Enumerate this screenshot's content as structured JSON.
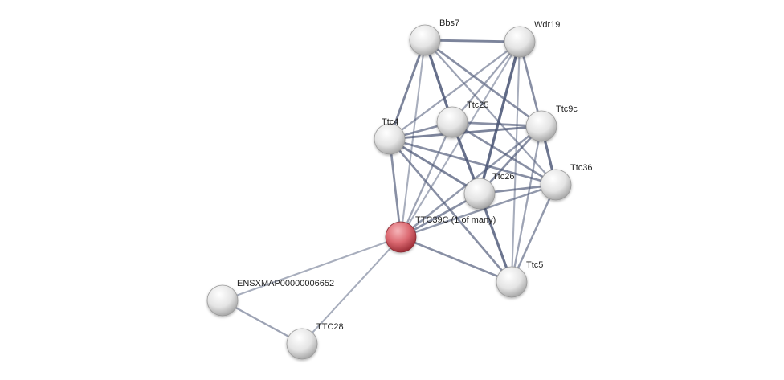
{
  "network": {
    "colors": {
      "node": "#e6e6e6",
      "query_node": "#d9606a",
      "edge": "#4a5575"
    },
    "nodes": [
      {
        "id": "Bbs7",
        "label": "Bbs7"
      },
      {
        "id": "Wdr19",
        "label": "Wdr19"
      },
      {
        "id": "Ttc25",
        "label": "Ttc25"
      },
      {
        "id": "Ttc9c",
        "label": "Ttc9c"
      },
      {
        "id": "Ttc4",
        "label": "Ttc4"
      },
      {
        "id": "Ttc26",
        "label": "Ttc26"
      },
      {
        "id": "Ttc36",
        "label": "Ttc36"
      },
      {
        "id": "TTC39C",
        "label": "TTC39C (1 of many)",
        "query": true
      },
      {
        "id": "Ttc5",
        "label": "Ttc5"
      },
      {
        "id": "ENSXMAP",
        "label": "ENSXMAP00000006652"
      },
      {
        "id": "TTC28",
        "label": "TTC28"
      }
    ],
    "edges": [
      [
        "Bbs7",
        "Wdr19",
        0.7
      ],
      [
        "Bbs7",
        "Ttc4",
        0.7
      ],
      [
        "Bbs7",
        "TTC39C",
        0.3
      ],
      [
        "Bbs7",
        "Ttc25",
        0.9
      ],
      [
        "Bbs7",
        "Ttc9c",
        0.6
      ],
      [
        "Bbs7",
        "Ttc36",
        0.4
      ],
      [
        "Wdr19",
        "Ttc4",
        0.4
      ],
      [
        "Wdr19",
        "TTC39C",
        0.3
      ],
      [
        "Wdr19",
        "Ttc26",
        0.95
      ],
      [
        "Wdr19",
        "Ttc9c",
        0.6
      ],
      [
        "Wdr19",
        "Ttc25",
        0.4
      ],
      [
        "Wdr19",
        "Ttc5",
        0.3
      ],
      [
        "Ttc4",
        "Ttc25",
        0.6
      ],
      [
        "Ttc4",
        "Ttc9c",
        0.7
      ],
      [
        "Ttc4",
        "Ttc26",
        0.7
      ],
      [
        "Ttc4",
        "Ttc36",
        0.6
      ],
      [
        "Ttc4",
        "TTC39C",
        0.6
      ],
      [
        "Ttc4",
        "Ttc5",
        0.6
      ],
      [
        "Ttc25",
        "Ttc9c",
        0.6
      ],
      [
        "Ttc25",
        "Ttc26",
        0.9
      ],
      [
        "Ttc25",
        "Ttc36",
        0.6
      ],
      [
        "Ttc25",
        "TTC39C",
        0.4
      ],
      [
        "Ttc9c",
        "Ttc26",
        0.6
      ],
      [
        "Ttc9c",
        "TTC39C",
        0.5
      ],
      [
        "Ttc9c",
        "Ttc36",
        0.85
      ],
      [
        "Ttc9c",
        "Ttc5",
        0.4
      ],
      [
        "Ttc26",
        "Ttc36",
        0.6
      ],
      [
        "Ttc26",
        "TTC39C",
        0.6
      ],
      [
        "Ttc26",
        "Ttc5",
        0.85
      ],
      [
        "Ttc36",
        "TTC39C",
        0.5
      ],
      [
        "Ttc36",
        "Ttc5",
        0.5
      ],
      [
        "TTC39C",
        "Ttc5",
        0.6
      ],
      [
        "TTC39C",
        "ENSXMAP",
        0.3
      ],
      [
        "TTC39C",
        "TTC28",
        0.3
      ],
      [
        "ENSXMAP",
        "TTC28",
        0.4
      ]
    ]
  }
}
